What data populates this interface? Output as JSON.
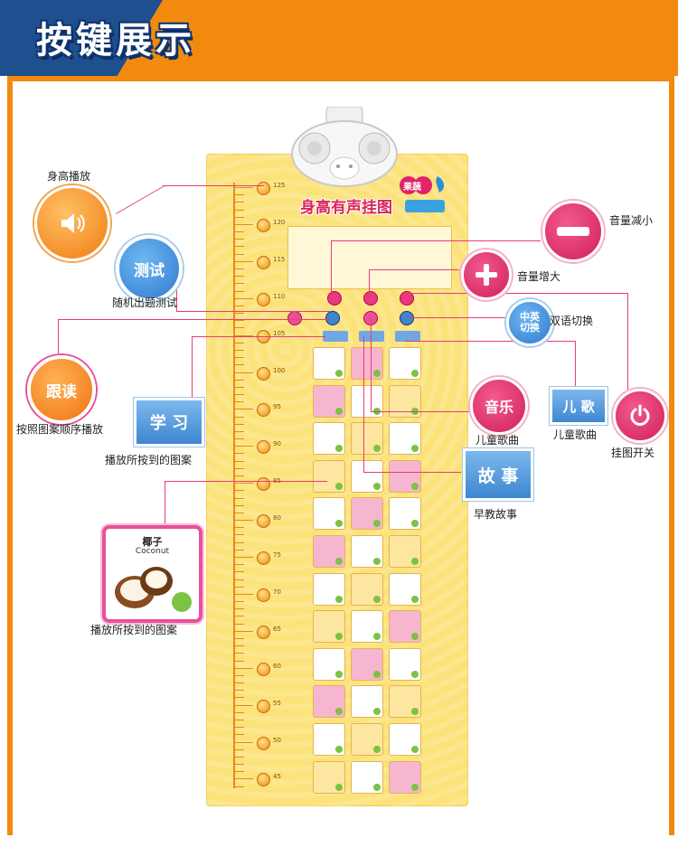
{
  "header": {
    "title": "按键展示"
  },
  "poster": {
    "title": "身高有声挂图",
    "brand": "果蔬"
  },
  "ruler": {
    "marks": [
      "125",
      "120",
      "115",
      "110",
      "105",
      "100",
      "95",
      "90",
      "85",
      "80",
      "75",
      "70",
      "65",
      "60",
      "55",
      "50",
      "45"
    ]
  },
  "callouts": {
    "height_play": "身高播放",
    "test_button": "测试",
    "random_quiz": "随机出题测试",
    "follow_button": "跟读",
    "follow_desc": "按照图案顺序播放",
    "study_button": "学  习",
    "study_desc": "播放所按到的图案",
    "coconut_desc": "播放所按到的图案",
    "volume_down": "音量减小",
    "volume_up": "音量增大",
    "bilingual_button": "中英\n切换",
    "bilingual_desc": "双语切换",
    "music_button": "音乐",
    "music_desc": "儿童歌曲",
    "song_button": "儿 歌",
    "song_desc": "儿童歌曲",
    "power_desc": "挂图开关",
    "story_button": "故 事",
    "story_desc": "早教故事"
  },
  "coconut_card": {
    "cn": "椰子",
    "en": "Coconut"
  },
  "colors": {
    "accent": "#f28a10",
    "header_blue": "#1e4f8f",
    "pink": "#e83a7c",
    "blue": "#3d86d1"
  }
}
